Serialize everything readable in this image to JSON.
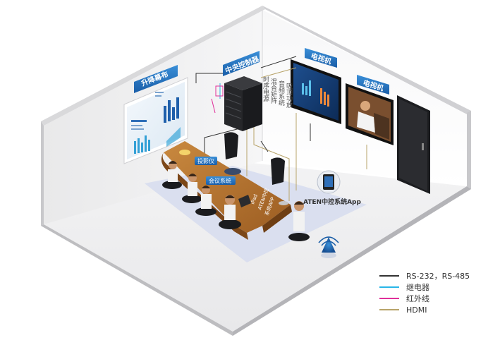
{
  "labels": {
    "screen": "升降幕布",
    "controller": "中央控制器",
    "tv1": "电视机",
    "tv2": "电视机",
    "projector": "投影仪",
    "conference": "会议系统",
    "app": "ATEN中控系统App",
    "ipad_line1": "iPad",
    "ipad_line2": "ATEN中控",
    "ipad_line3": "系统APP"
  },
  "controller_functions": [
    "时序电源",
    "混合矩阵",
    "音频系统",
    "吸顶功放"
  ],
  "legend": [
    {
      "label": "RS-232，RS-485",
      "color": "#333333"
    },
    {
      "label": "继电器",
      "color": "#29b6e8"
    },
    {
      "label": "红外线",
      "color": "#e0309a"
    },
    {
      "label": "HDMI",
      "color": "#b8a46a"
    }
  ]
}
